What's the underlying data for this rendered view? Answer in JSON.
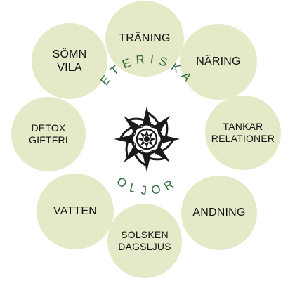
{
  "colors": {
    "petal_fill": "#e6e9c8",
    "text": "#111111",
    "brand_green": "#2f6a3c",
    "emblem": "#1a1a1a",
    "background": "#ffffff"
  },
  "circles": [
    {
      "id": "traning",
      "lines": [
        "TRÄNING"
      ]
    },
    {
      "id": "naring",
      "lines": [
        "NÄRING"
      ]
    },
    {
      "id": "tankar-relationer",
      "lines": [
        "TANKAR",
        "RELATIONER"
      ]
    },
    {
      "id": "andning",
      "lines": [
        "ANDNING"
      ]
    },
    {
      "id": "solsken-dagsljus",
      "lines": [
        "SOLSKEN",
        "DAGSLJUS"
      ]
    },
    {
      "id": "vatten",
      "lines": [
        "VATTEN"
      ]
    },
    {
      "id": "detox-giftfri",
      "lines": [
        "DETOX",
        "GIFTFRI"
      ]
    },
    {
      "id": "somn-vila",
      "lines": [
        "SÖMN",
        "VILA"
      ]
    }
  ],
  "center": {
    "top_word": "ETERISKA",
    "bottom_word": "OLJOR",
    "emblem_icon": "ornamental-star-emblem-icon"
  }
}
